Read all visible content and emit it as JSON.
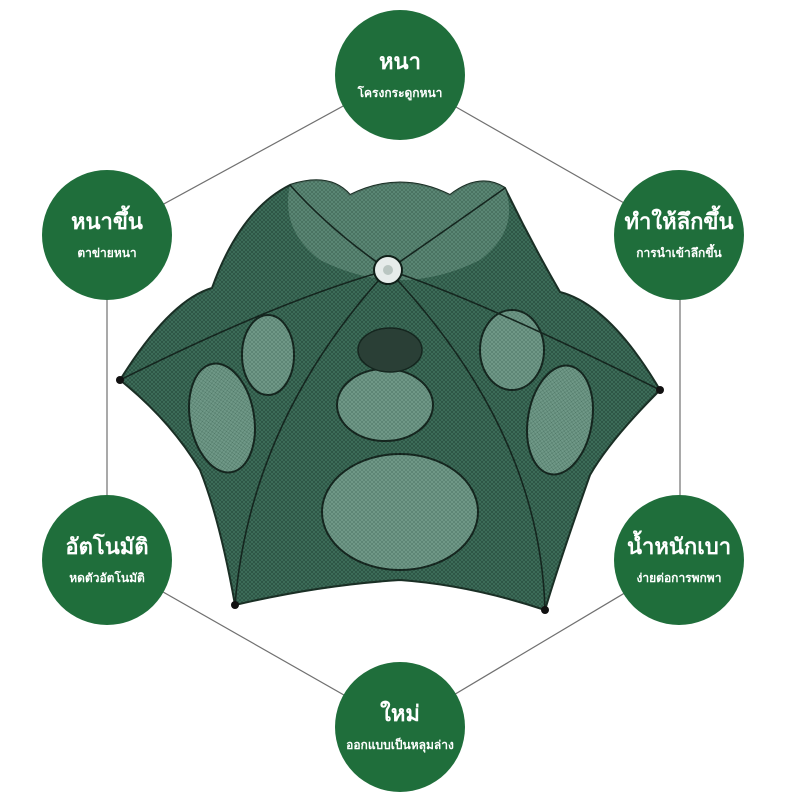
{
  "colors": {
    "badge": "#1f6e3b",
    "net": "#2f5a48",
    "line": "#666666"
  },
  "product": {
    "icon": "folding-fish-trap-net"
  },
  "features": {
    "top": {
      "title": "หนา",
      "subtitle": "โครงกระดูกหนา"
    },
    "tl": {
      "title": "หนาขึ้น",
      "subtitle": "ตาข่ายหนา"
    },
    "tr": {
      "title": "ทำให้ลึกขึ้น",
      "subtitle": "การนำเข้าลึกขึ้น"
    },
    "bl": {
      "title": "อัตโนมัติ",
      "subtitle": "หดตัวอัตโนมัติ"
    },
    "br": {
      "title": "น้ำหนักเบา",
      "subtitle": "ง่ายต่อการพกพา"
    },
    "bottom": {
      "title": "ใหม่",
      "subtitle": "ออกแบบเป็นหลุมล่าง"
    }
  }
}
